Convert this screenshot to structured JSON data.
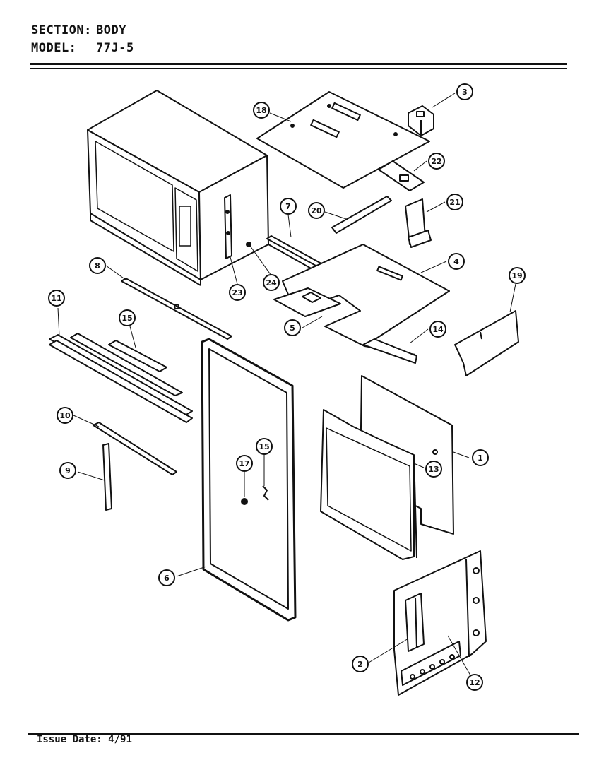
{
  "header": {
    "section_label": "SECTION:",
    "section_value": "BODY",
    "model_label": "MODEL:",
    "model_value": "77J-5"
  },
  "footer": {
    "issue_label": "Issue Date:",
    "issue_value": "4/91"
  },
  "callouts": {
    "c1": "1",
    "c2": "2",
    "c3": "3",
    "c4": "4",
    "c5": "5",
    "c6": "6",
    "c7": "7",
    "c8": "8",
    "c9": "9",
    "c10": "10",
    "c11": "11",
    "c12": "12",
    "c13": "13",
    "c14": "14",
    "c15": "15",
    "c16a": "15",
    "c17": "17",
    "c18": "18",
    "c19": "19",
    "c20": "20",
    "c21": "21",
    "c22": "22",
    "c23": "23",
    "c24": "24"
  }
}
